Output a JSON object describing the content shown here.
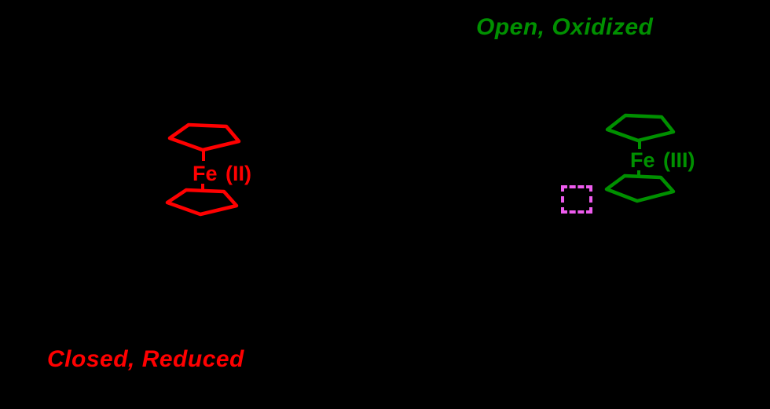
{
  "scheme": {
    "background_color": "#000000",
    "closed_state_label": {
      "text": "Closed, Reduced",
      "color": "#FF0000"
    },
    "open_state_label": {
      "text": "Open, Oxidized",
      "color": "#009000"
    },
    "reduced_ferrocene": {
      "metal": "Fe",
      "oxidation_state": "(II)",
      "color": "#FF0000"
    },
    "oxidized_ferrocene": {
      "metal": "Fe",
      "oxidation_state": "(III)",
      "color": "#009000"
    },
    "vacant_site_box": {
      "color": "#EE5CEE",
      "border_style": "dashed"
    }
  }
}
